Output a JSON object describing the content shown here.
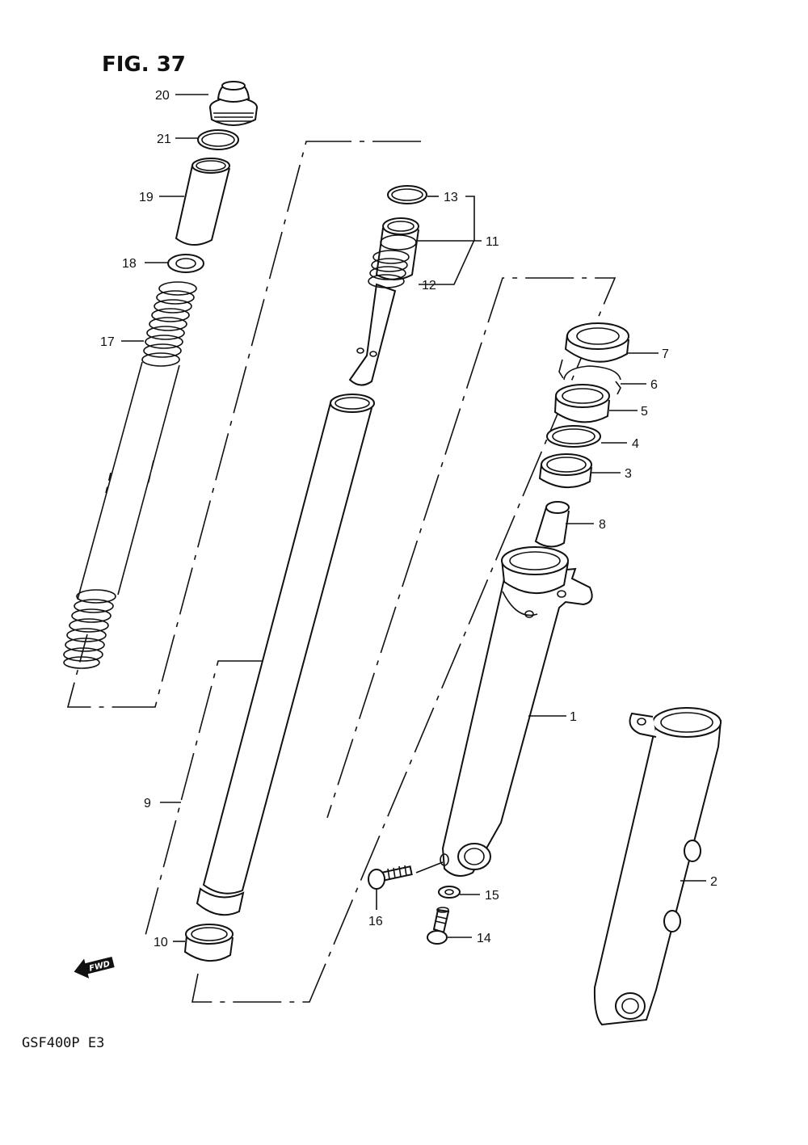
{
  "figure_title": "FIG. 37",
  "model_code": "GSF400P  E3",
  "fwd_arrow_label": "FWD",
  "parts": [
    {
      "id": "20",
      "label": "20"
    },
    {
      "id": "21",
      "label": "21"
    },
    {
      "id": "19",
      "label": "19"
    },
    {
      "id": "18",
      "label": "18"
    },
    {
      "id": "17",
      "label": "17"
    },
    {
      "id": "13",
      "label": "13"
    },
    {
      "id": "11",
      "label": "11"
    },
    {
      "id": "12",
      "label": "12"
    },
    {
      "id": "7",
      "label": "7"
    },
    {
      "id": "6",
      "label": "6"
    },
    {
      "id": "5",
      "label": "5"
    },
    {
      "id": "4",
      "label": "4"
    },
    {
      "id": "3",
      "label": "3"
    },
    {
      "id": "8",
      "label": "8"
    },
    {
      "id": "1",
      "label": "1"
    },
    {
      "id": "9",
      "label": "9"
    },
    {
      "id": "2",
      "label": "2"
    },
    {
      "id": "15",
      "label": "15"
    },
    {
      "id": "16",
      "label": "16"
    },
    {
      "id": "14",
      "label": "14"
    },
    {
      "id": "10",
      "label": "10"
    }
  ]
}
